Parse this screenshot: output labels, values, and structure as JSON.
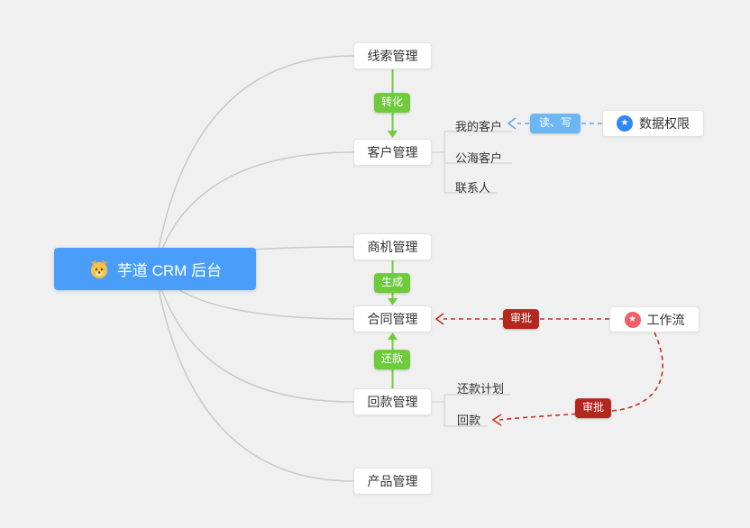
{
  "root": {
    "label": "芋道 CRM 后台"
  },
  "nodes": {
    "clue": {
      "label": "线索管理"
    },
    "customer": {
      "label": "客户管理"
    },
    "business": {
      "label": "商机管理"
    },
    "contract": {
      "label": "合同管理"
    },
    "receivable": {
      "label": "回款管理"
    },
    "product": {
      "label": "产品管理"
    },
    "data_permission": {
      "label": "数据权限"
    },
    "workflow": {
      "label": "工作流"
    }
  },
  "subitems": {
    "my_customer": "我的客户",
    "public_customer": "公海客户",
    "contact": "联系人",
    "repay_plan": "还款计划",
    "repayment": "回款"
  },
  "badges": {
    "convert": "转化",
    "generate": "生成",
    "repay": "还款",
    "read_write": "读、写",
    "approve_contract": "审批",
    "approve_receivable": "审批"
  },
  "icons": {
    "root": "dog-icon",
    "data_permission": "star-icon",
    "workflow": "star-icon"
  },
  "colors": {
    "background": "#f0f0f0",
    "root_bg": "#4a9efa",
    "node_bg": "#ffffff",
    "node_border": "#e3e3e3",
    "badge_green": "#6ecb3c",
    "badge_blue": "#6cb7f3",
    "badge_red": "#b3271e",
    "edge_gray": "#c9c9c9",
    "arrow_green": "#6ecb3c",
    "arrow_blue": "#5aa9f0",
    "arrow_red": "#c2301f",
    "icon_blue": "#2f88f5",
    "icon_red": "#f25f68"
  }
}
